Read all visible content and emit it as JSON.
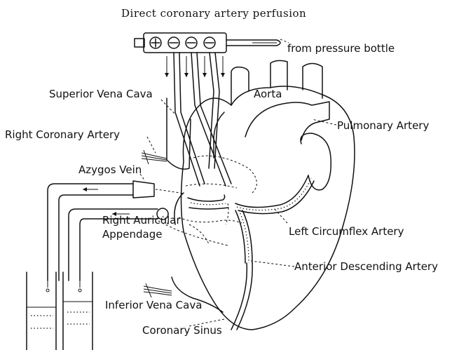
{
  "figure": {
    "title": "Direct coronary artery perfusion"
  },
  "labels": {
    "pressure_bottle": "from pressure bottle",
    "superior_vena_cava": "Superior Vena Cava",
    "aorta": "Aorta",
    "pulmonary_artery": "Pulmonary Artery",
    "right_coronary_artery": "Right Coronary Artery",
    "azygos_vein": "Azygos Vein",
    "right_auricular_appendage_line1": "Right Auricular",
    "right_auricular_appendage_line2": "Appendage",
    "left_circumflex_artery": "Left Circumflex Artery",
    "anterior_descending_artery": "Anterior Descending Artery",
    "inferior_vena_cava": "Inferior Vena Cava",
    "coronary_sinus": "Coronary Sinus"
  }
}
